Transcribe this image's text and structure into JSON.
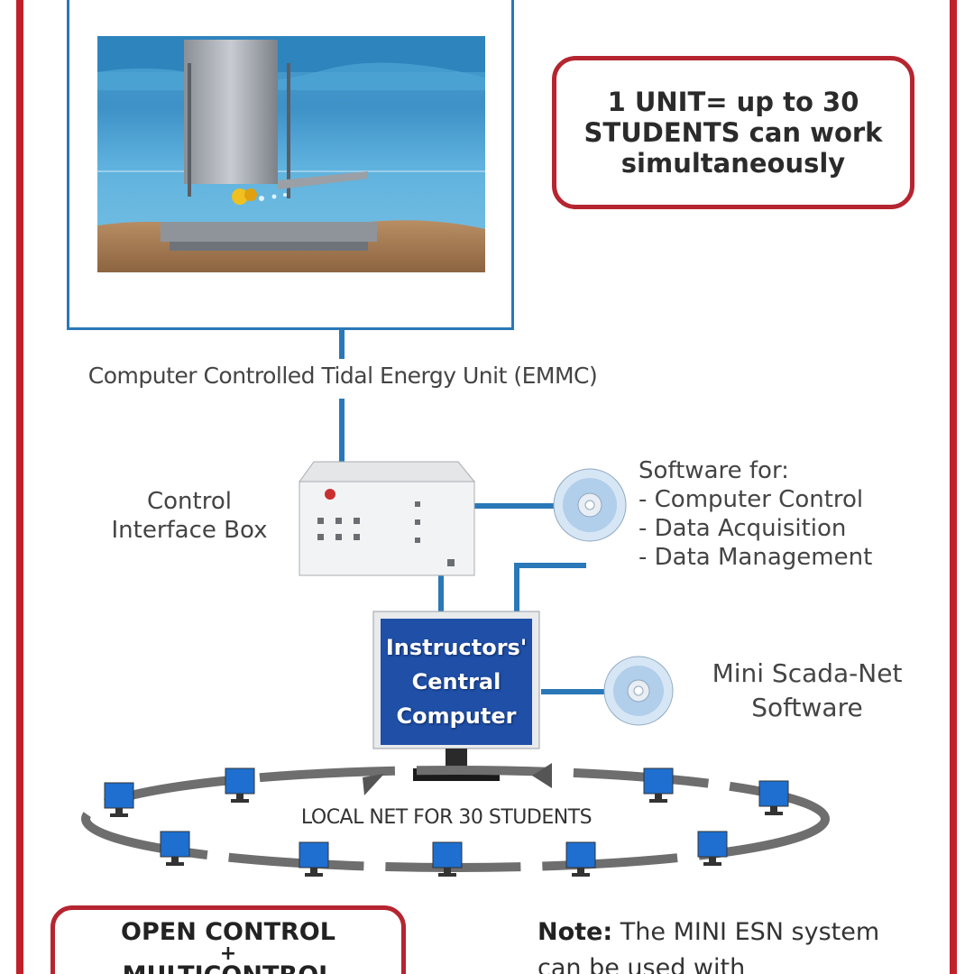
{
  "callout_top": {
    "text": "1 UNIT= up to 30 STUDENTS can work simultaneously"
  },
  "unit_label": "Computer Controlled Tidal Energy Unit (EMMC)",
  "interface_box": {
    "line1": "Control",
    "line2": "Interface Box"
  },
  "software": {
    "title": "Software for:",
    "items": [
      "- Computer Control",
      "- Data Acquisition",
      "- Data Management"
    ]
  },
  "central_computer": {
    "line1": "Instructors'",
    "line2": "Central",
    "line3": "Computer"
  },
  "scada": {
    "line1": "Mini Scada-Net",
    "line2": "Software"
  },
  "network_label": "LOCAL NET FOR 30 STUDENTS",
  "callout_bottom": {
    "line1": "OPEN CONTROL",
    "line2": "+",
    "line3": "MULTICONTROL"
  },
  "note": {
    "label": "Note:",
    "text": "The MINI ESN system can be used with"
  },
  "colors": {
    "frame_red": "#c0202a",
    "line_blue": "#2a78b8",
    "screen_blue": "#1f4fa6"
  }
}
